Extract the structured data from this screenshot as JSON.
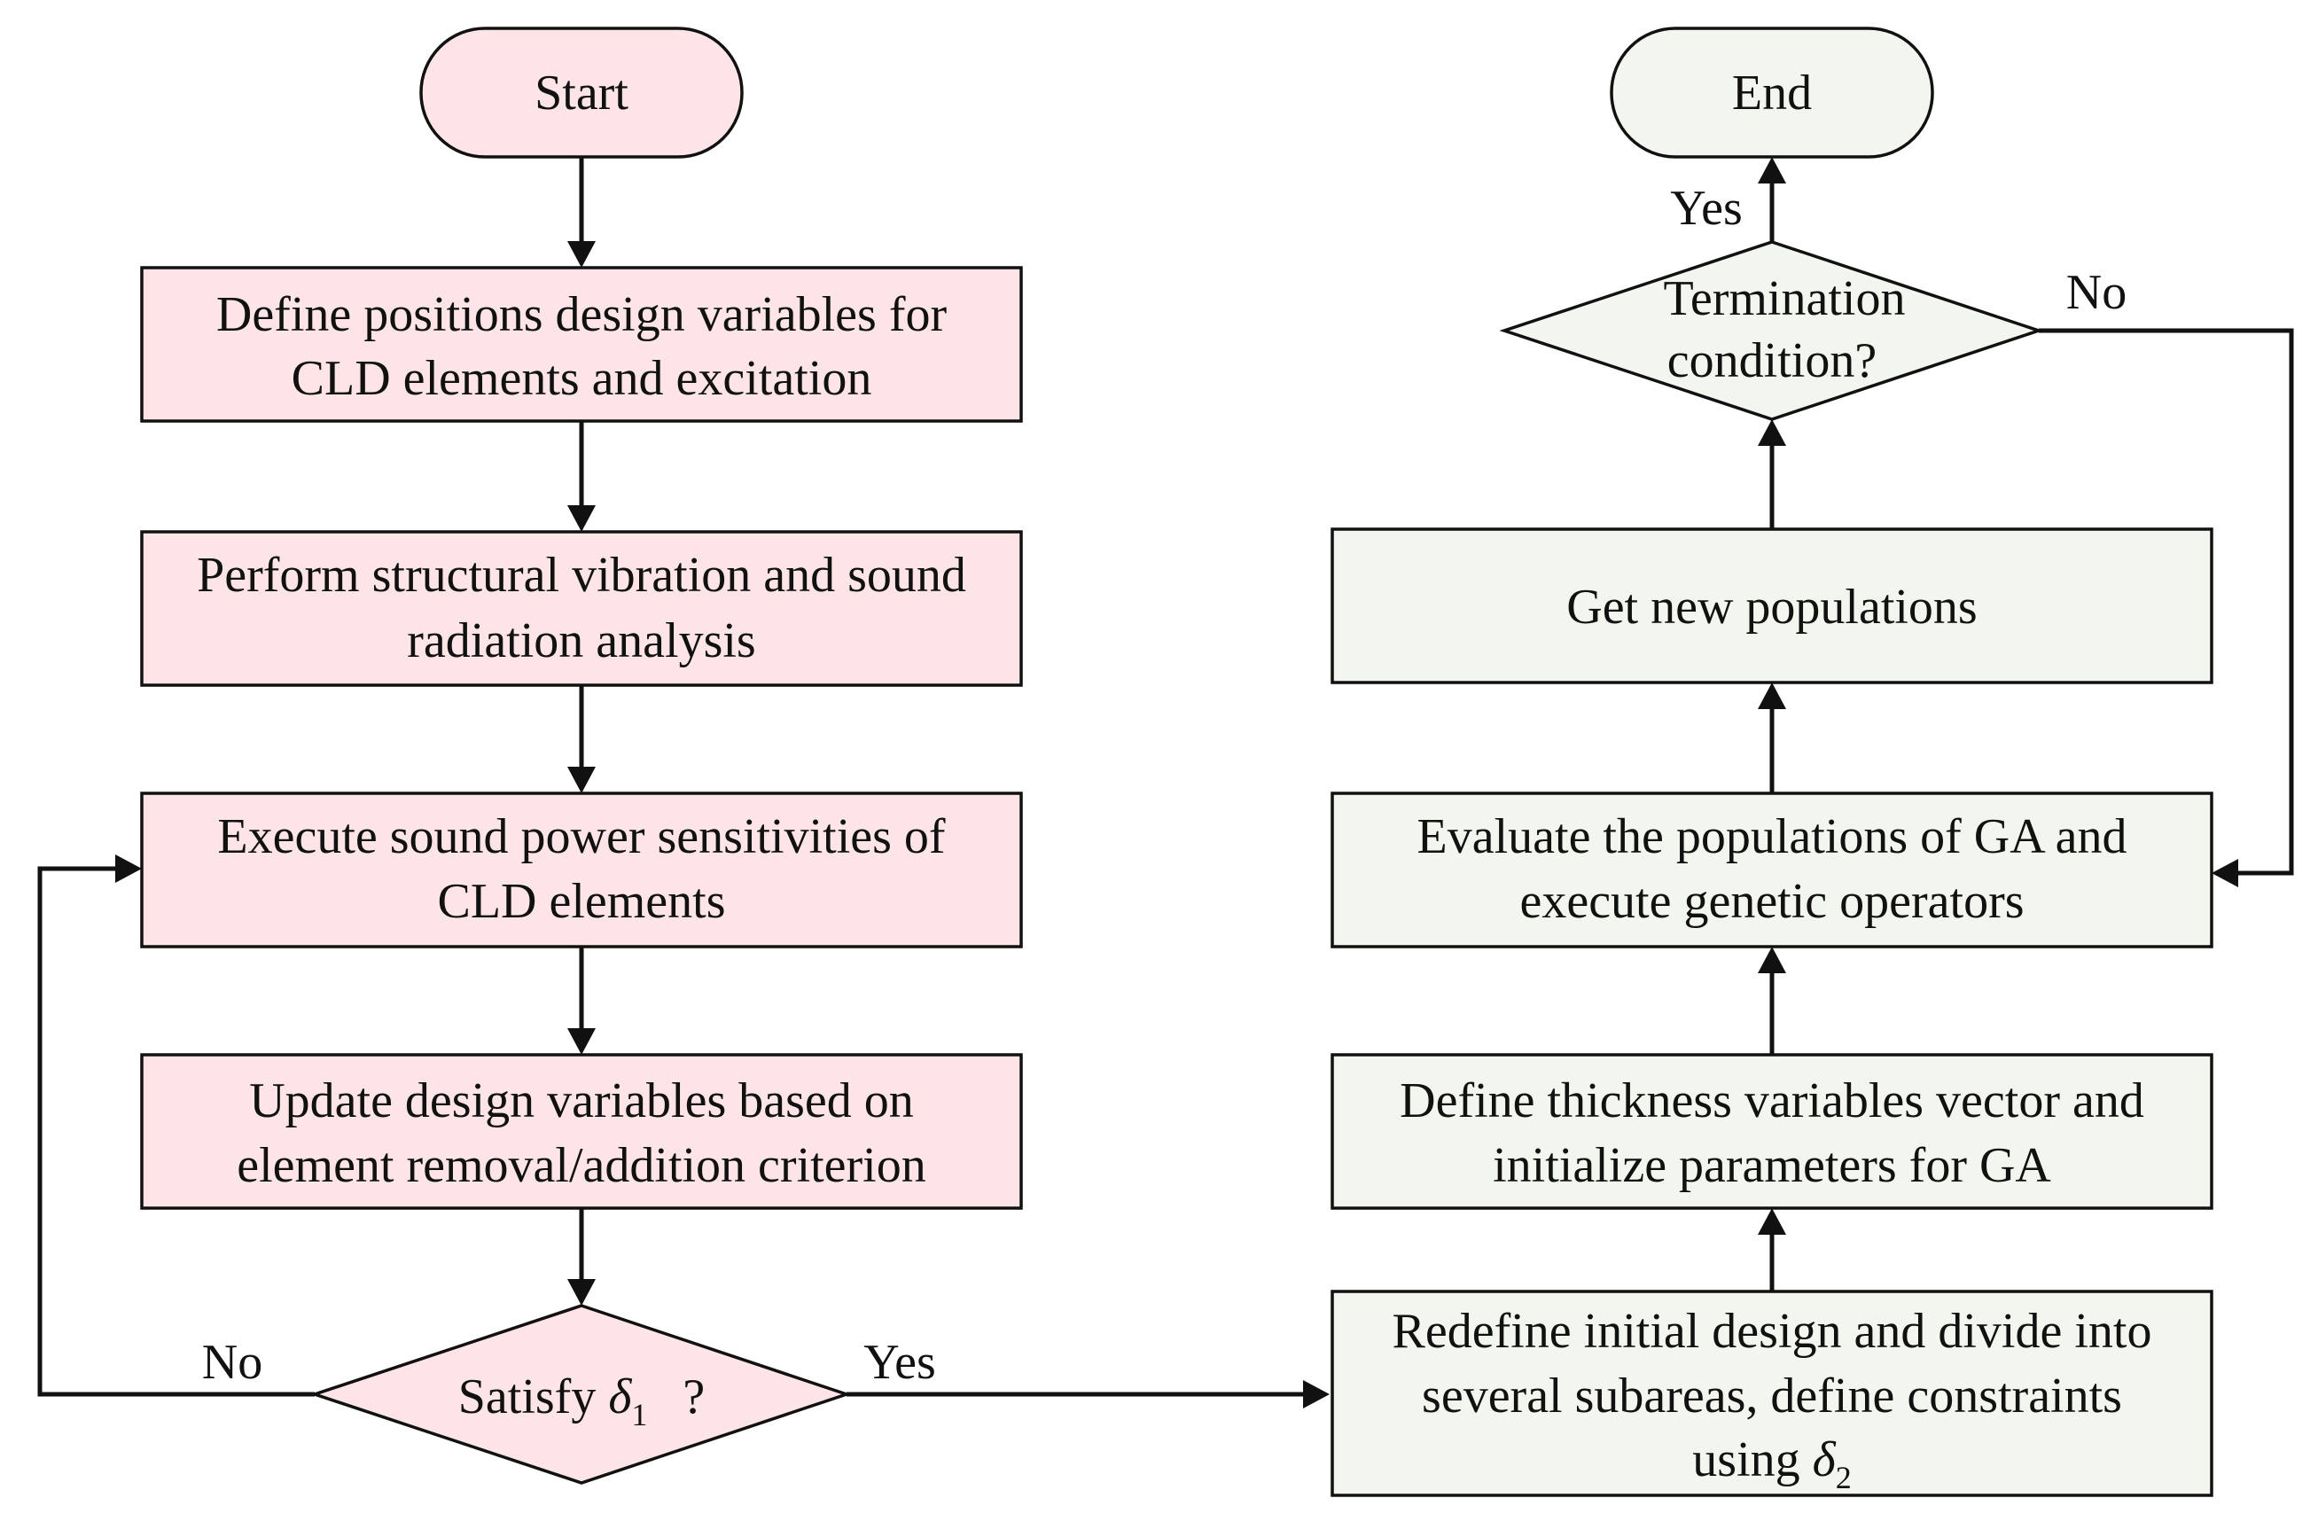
{
  "colors": {
    "left_fill": "#fce4e7",
    "right_fill": "#f3f6ef",
    "stroke": "#111111"
  },
  "left": {
    "start": "Start",
    "define": [
      "Define positions design variables for",
      "CLD elements  and excitation"
    ],
    "perform": [
      "Perform structural vibration and sound",
      "radiation analysis"
    ],
    "execute": [
      "Execute sound power sensitivities of",
      "CLD elements"
    ],
    "update": [
      "Update design variables based on",
      "element removal/addition criterion"
    ],
    "decision": {
      "prefix": "Satisfy ",
      "symbol": "δ",
      "subscript": "1",
      "suffix": "?"
    },
    "no_label": "No",
    "yes_label": "Yes"
  },
  "right": {
    "end": "End",
    "decision": [
      "Termination",
      "condition?"
    ],
    "yes_label": "Yes",
    "no_label": "No",
    "get_new": "Get new populations",
    "evaluate": [
      "Evaluate the populations of GA and",
      "execute genetic operators"
    ],
    "define_thickness": [
      "Define thickness variables vector and",
      "initialize parameters for GA"
    ],
    "redefine": [
      "Redefine initial design and divide into",
      "several subareas, define constraints"
    ],
    "redefine_last": {
      "prefix": "using ",
      "symbol": "δ",
      "subscript": "2"
    }
  }
}
